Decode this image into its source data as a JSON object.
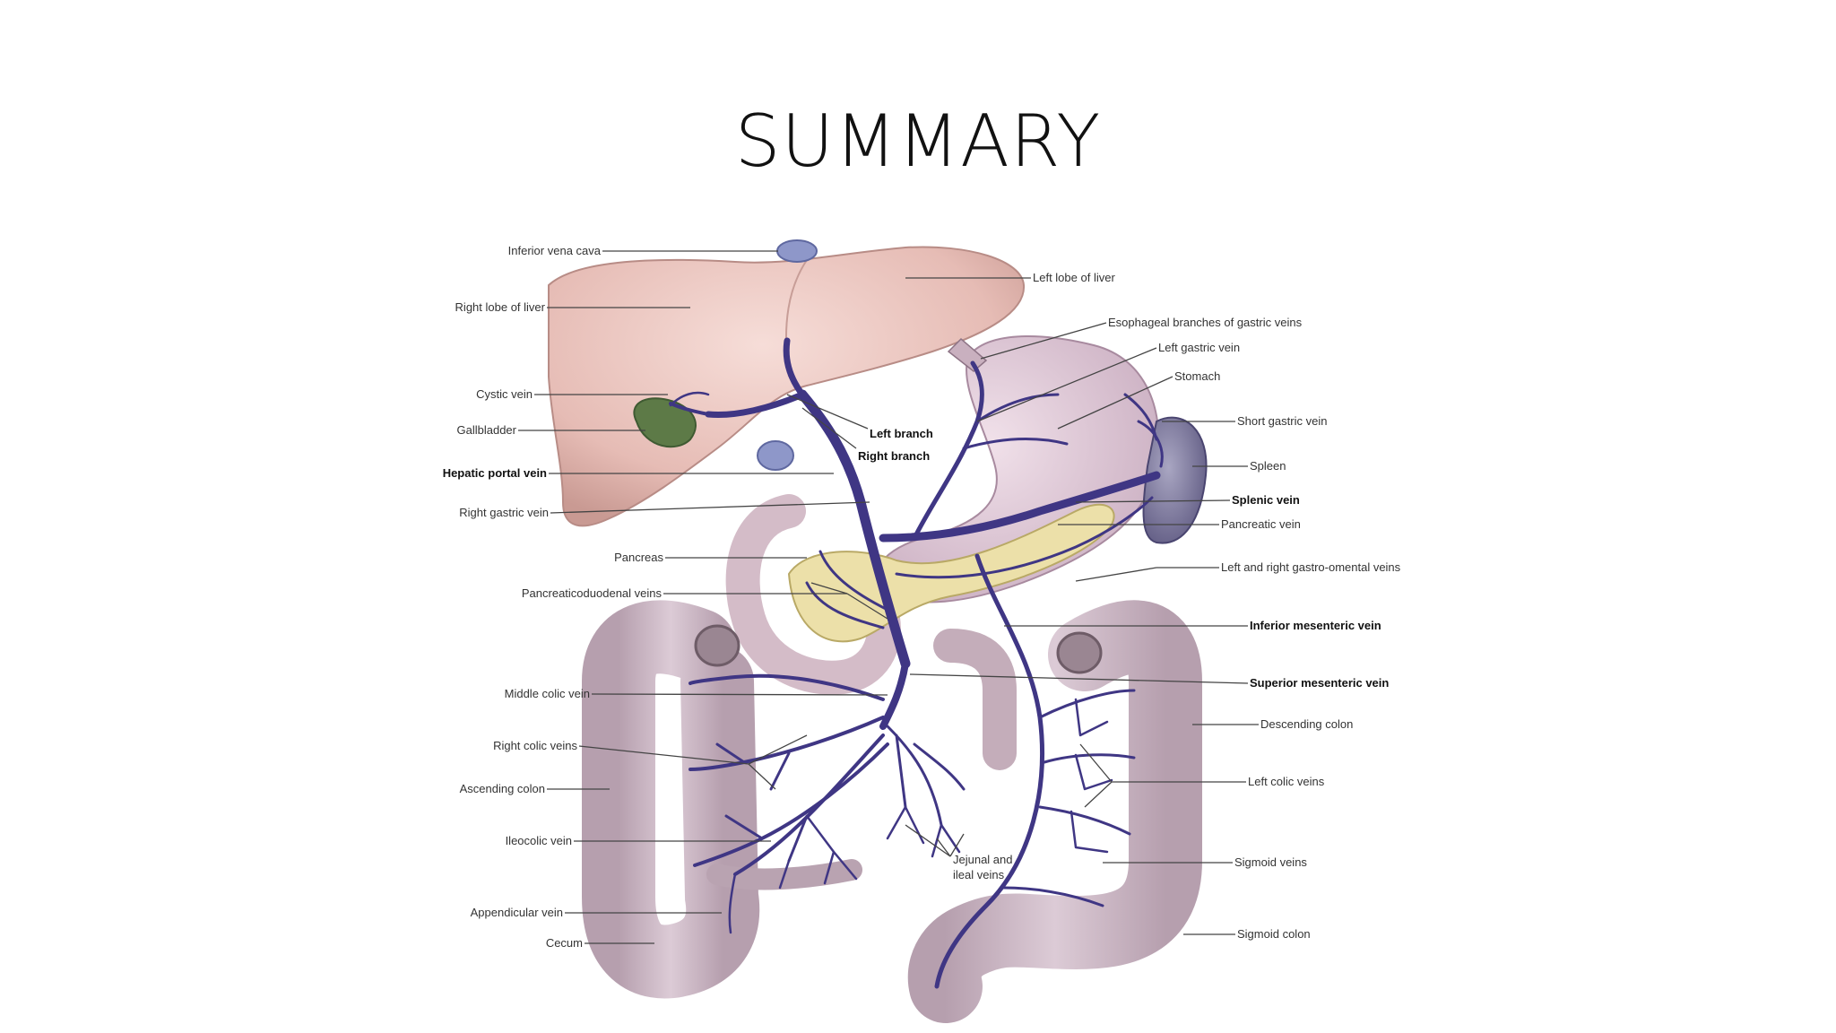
{
  "slide": {
    "title": "SUMMARY"
  },
  "diagram": {
    "labels": {
      "inferior_vena_cava": "Inferior vena cava",
      "right_lobe_of_liver": "Right lobe of liver",
      "cystic_vein": "Cystic vein",
      "gallbladder": "Gallbladder",
      "hepatic_portal_vein": "Hepatic portal vein",
      "right_gastric_vein": "Right gastric vein",
      "pancreas": "Pancreas",
      "pancreaticoduodenal_veins": "Pancreaticoduodenal veins",
      "middle_colic_vein": "Middle colic vein",
      "right_colic_veins": "Right colic veins",
      "ascending_colon": "Ascending colon",
      "ileocolic_vein": "Ileocolic vein",
      "appendicular_vein": "Appendicular vein",
      "cecum": "Cecum",
      "left_lobe_of_liver": "Left lobe of liver",
      "esophageal_branches": "Esophageal branches of gastric veins",
      "left_gastric_vein": "Left gastric vein",
      "stomach": "Stomach",
      "short_gastric_vein": "Short gastric vein",
      "spleen": "Spleen",
      "splenic_vein": "Splenic vein",
      "pancreatic_vein": "Pancreatic vein",
      "left_right_gastro_omental": "Left and right gastro-omental veins",
      "inferior_mesenteric_vein": "Inferior mesenteric vein",
      "superior_mesenteric_vein": "Superior mesenteric vein",
      "descending_colon": "Descending colon",
      "left_colic_veins": "Left colic veins",
      "sigmoid_veins": "Sigmoid veins",
      "sigmoid_colon": "Sigmoid colon",
      "left_branch": "Left branch",
      "right_branch": "Right branch",
      "jejunal_ileal_line1": "Jejunal and",
      "jejunal_ileal_line2": "ileal veins"
    },
    "colors": {
      "liver": "#e9c3bd",
      "colon": "#c8b3bf",
      "stomach": "#ddc7d4",
      "spleen": "#7f7b9c",
      "pancreas": "#ece0a9",
      "vein": "#3f3684",
      "gallbladder": "#5d7a47"
    }
  }
}
